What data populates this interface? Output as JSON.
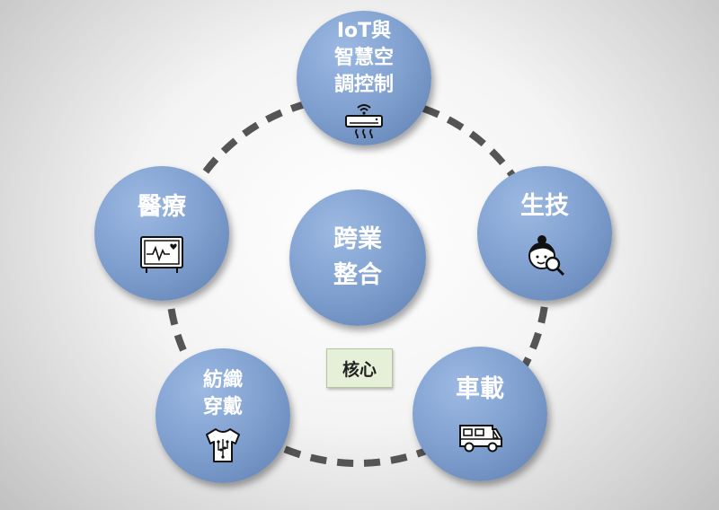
{
  "center": {
    "label": "跨業\n整合"
  },
  "core_badge": "核心",
  "nodes": {
    "iot": {
      "label": "IoT與\n智慧空\n調控制",
      "icon": "air-conditioner-icon"
    },
    "biotech": {
      "label": "生技",
      "icon": "face-magnifier-icon"
    },
    "vehicle": {
      "label": "車載",
      "icon": "camper-van-icon"
    },
    "textile": {
      "label": "紡織\n穿戴",
      "icon": "smart-shirt-icon"
    },
    "medical": {
      "label": "醫療",
      "icon": "heart-monitor-icon"
    }
  },
  "colors": {
    "circle": "#7f9fcf",
    "ring_dash": "#555555",
    "badge_bg": "#e6efd7",
    "text": "#ffffff"
  }
}
